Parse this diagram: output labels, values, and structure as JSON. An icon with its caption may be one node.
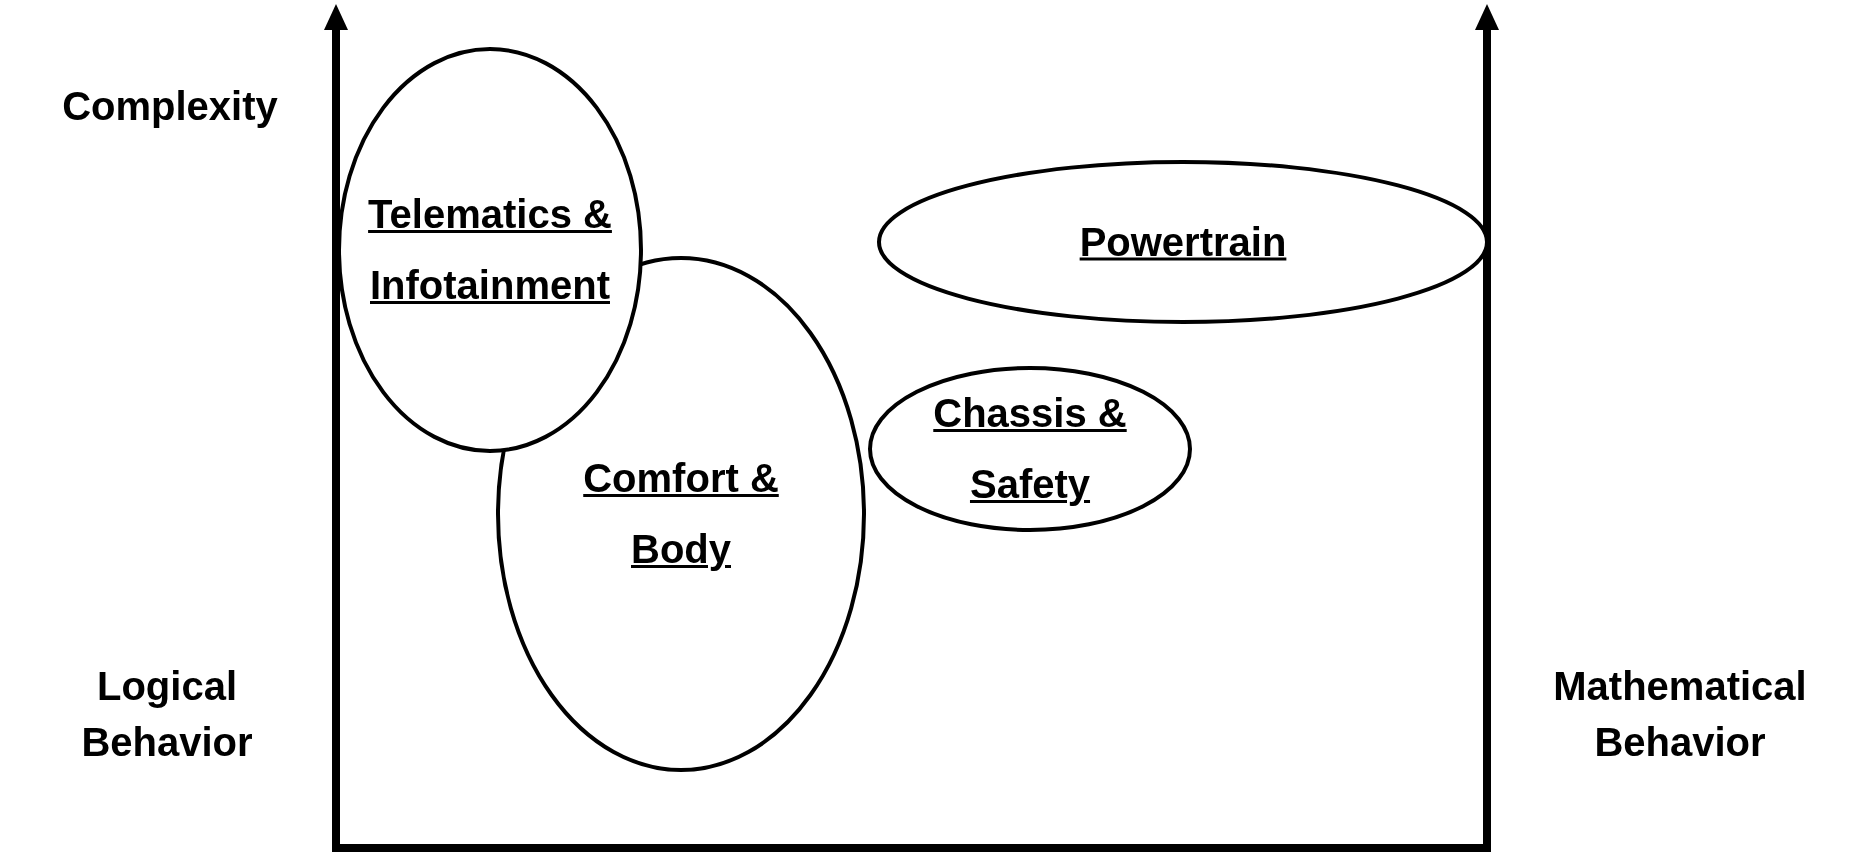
{
  "diagram": {
    "nodes": [
      {
        "text": [
          "Telematics & Infotainment"
        ]
      },
      {
        "text": [
          "Powertrain"
        ]
      },
      {
        "text": [
          "Chassis & Safety"
        ]
      },
      {
        "text": [
          "Comfort & Body"
        ]
      }
    ],
    "labels": [
      "Complexity",
      "Logical Behavior",
      "Mathematical Behavior"
    ]
  }
}
